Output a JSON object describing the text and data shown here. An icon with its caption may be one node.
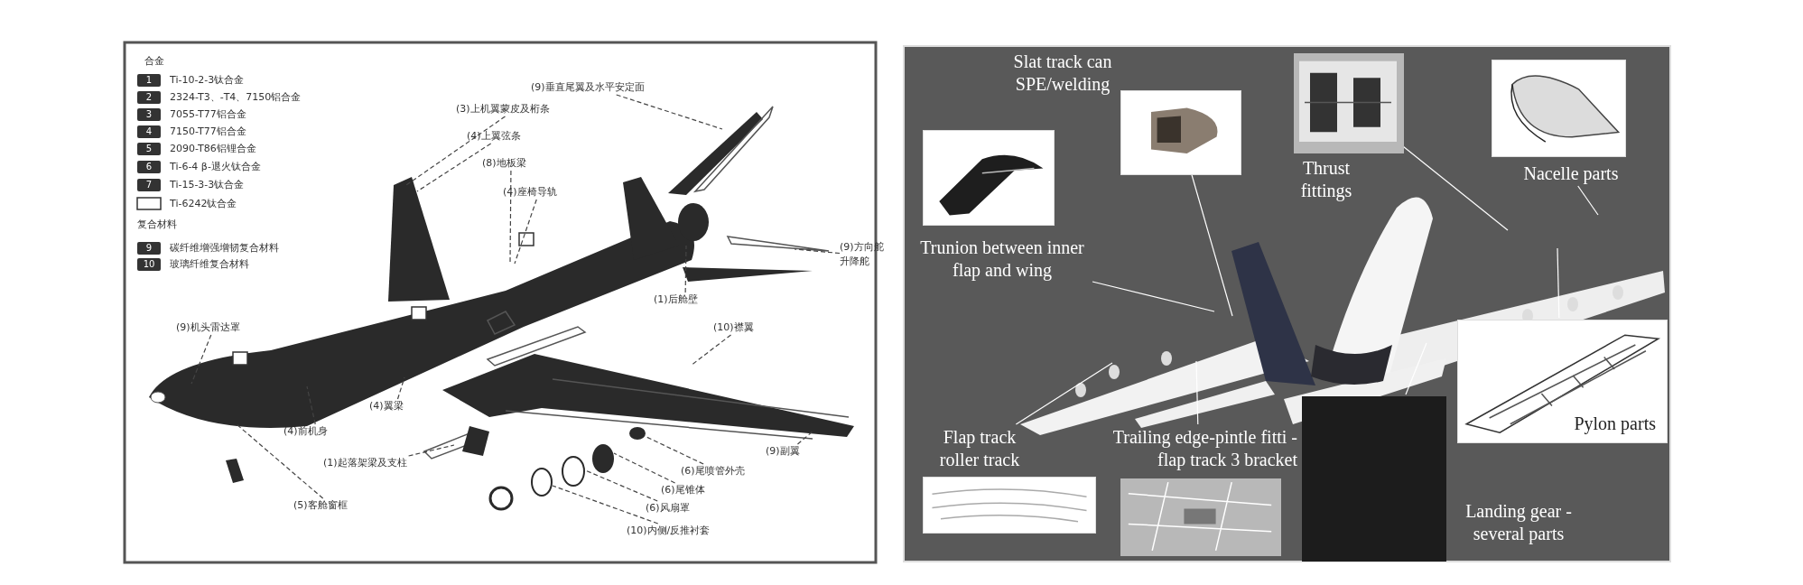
{
  "diagram": {
    "nodes": [
      {
        "text": [
          "(9)垂直尾翼及水平安定面"
        ]
      },
      {
        "text": [
          "(3)上机翼蒙皮及桁条"
        ]
      },
      {
        "text": [
          "(4)上翼弦条"
        ]
      },
      {
        "text": [
          "(8)地板梁"
        ]
      },
      {
        "text": [
          "(4)座椅导轨"
        ]
      },
      {
        "text": [
          "(9)方向舵升降舵"
        ]
      },
      {
        "text": [
          "(1)后舱壁"
        ]
      },
      {
        "text": [
          "(10)襟翼"
        ]
      },
      {
        "text": [
          "(9)副翼"
        ]
      },
      {
        "text": [
          "(6)尾喷管外壳"
        ]
      },
      {
        "text": [
          "(6)尾锥体"
        ]
      },
      {
        "text": [
          "(6)风扇罩"
        ]
      },
      {
        "text": [
          "(10)内侧/反推衬套"
        ]
      },
      {
        "text": [
          "(9)机头雷达罩"
        ]
      },
      {
        "text": [
          "(4)翼梁"
        ]
      },
      {
        "text": [
          "(4)前机身"
        ]
      },
      {
        "text": [
          "(1)起落架梁及支柱"
        ]
      },
      {
        "text": [
          "(5)客舱窗框"
        ]
      },
      {
        "text": [],
        "shape": "picture"
      },
      {
        "text": [],
        "shape": "picture",
        "in": 18
      },
      {
        "text": [
          "Trunion between inner flap and wing"
        ],
        "in": 18
      },
      {
        "text": [
          "Slat track can SPE/welding"
        ],
        "in": 18
      },
      {
        "text": [],
        "shape": "picture",
        "in": 18
      },
      {
        "text": [],
        "shape": "picture",
        "in": 18
      },
      {
        "text": [
          "Thrust fittings"
        ],
        "in": 18
      },
      {
        "text": [],
        "shape": "picture",
        "in": 18
      },
      {
        "text": [
          "Nacelle parts"
        ],
        "in": 18
      },
      {
        "text": [
          "Pylon parts"
        ],
        "in": 18
      },
      {
        "text": [
          "Flap track roller track"
        ],
        "in": 18
      },
      {
        "text": [],
        "shape": "picture",
        "in": 18
      },
      {
        "text": [
          "Trailing edge-pintle fitti -flap track 3 bracket"
        ],
        "in": 18
      },
      {
        "text": [],
        "shape": "picture",
        "in": 18
      },
      {
        "text": [],
        "shape": "box",
        "in": 18
      },
      {
        "text": [
          "Landing gear -several parts"
        ],
        "in": 18
      }
    ],
    "edges": [
      {
        "from": 0,
        "to": null,
        "arrow": "none",
        "style": "dashed"
      },
      {
        "from": 1,
        "to": null,
        "arrow": "none",
        "style": "dashed"
      },
      {
        "from": 2,
        "to": null,
        "arrow": "none",
        "style": "dashed"
      },
      {
        "from": 3,
        "to": null,
        "arrow": "none",
        "style": "dashed"
      },
      {
        "from": 4,
        "to": null,
        "arrow": "none",
        "style": "dashed"
      },
      {
        "from": 5,
        "to": null,
        "arrow": "none",
        "style": "dashed"
      },
      {
        "from": 6,
        "to": null,
        "arrow": "none",
        "style": "dashed"
      },
      {
        "from": 7,
        "to": null,
        "arrow": "none",
        "style": "dashed"
      },
      {
        "from": 8,
        "to": null,
        "arrow": "none",
        "style": "dashed"
      },
      {
        "from": 9,
        "to": null,
        "arrow": "none",
        "style": "dashed"
      },
      {
        "from": 10,
        "to": null,
        "arrow": "none",
        "style": "dashed"
      },
      {
        "from": 11,
        "to": null,
        "arrow": "none",
        "style": "dashed"
      },
      {
        "from": 12,
        "to": null,
        "arrow": "none",
        "style": "dashed"
      },
      {
        "from": 13,
        "to": null,
        "arrow": "none",
        "style": "dashed"
      },
      {
        "from": 14,
        "to": null,
        "arrow": "none",
        "style": "dashed"
      },
      {
        "from": 15,
        "to": null,
        "arrow": "none",
        "style": "dashed"
      },
      {
        "from": 16,
        "to": null,
        "arrow": "none",
        "style": "dashed"
      },
      {
        "from": 17,
        "to": null,
        "arrow": "none",
        "style": "dashed"
      },
      {
        "from": 20,
        "to": null,
        "arrow": "none",
        "color": "#ffffff"
      },
      {
        "from": 22,
        "to": null,
        "arrow": "none",
        "color": "#ffffff"
      },
      {
        "from": 23,
        "to": null,
        "arrow": "none",
        "color": "#ffffff"
      },
      {
        "from": 26,
        "to": null,
        "arrow": "none",
        "color": "#ffffff"
      },
      {
        "from": 27,
        "to": null,
        "arrow": "none",
        "color": "#ffffff"
      },
      {
        "from": 28,
        "to": null,
        "arrow": "none",
        "color": "#ffffff"
      },
      {
        "from": 30,
        "to": null,
        "arrow": "none",
        "color": "#ffffff"
      },
      {
        "from": 32,
        "to": null,
        "arrow": "none",
        "color": "#ffffff"
      }
    ],
    "labels": [
      "合金",
      "1",
      "Ti-10-2-3钛合金",
      "2",
      "2324-T3、-T4、7150铝合金",
      "3",
      "7055-T77铝合金",
      "4",
      "7150-T77铝合金",
      "5",
      "2090-T86铝锂合金",
      "6",
      "Ti-6-4 β-退火钛合金",
      "7",
      "Ti-15-3-3钛合金",
      "Ti-6242钛合金",
      "复合材料",
      "9",
      "碳纤维增强增韧复合材料",
      "10",
      "玻璃纤维复合材料"
    ]
  }
}
